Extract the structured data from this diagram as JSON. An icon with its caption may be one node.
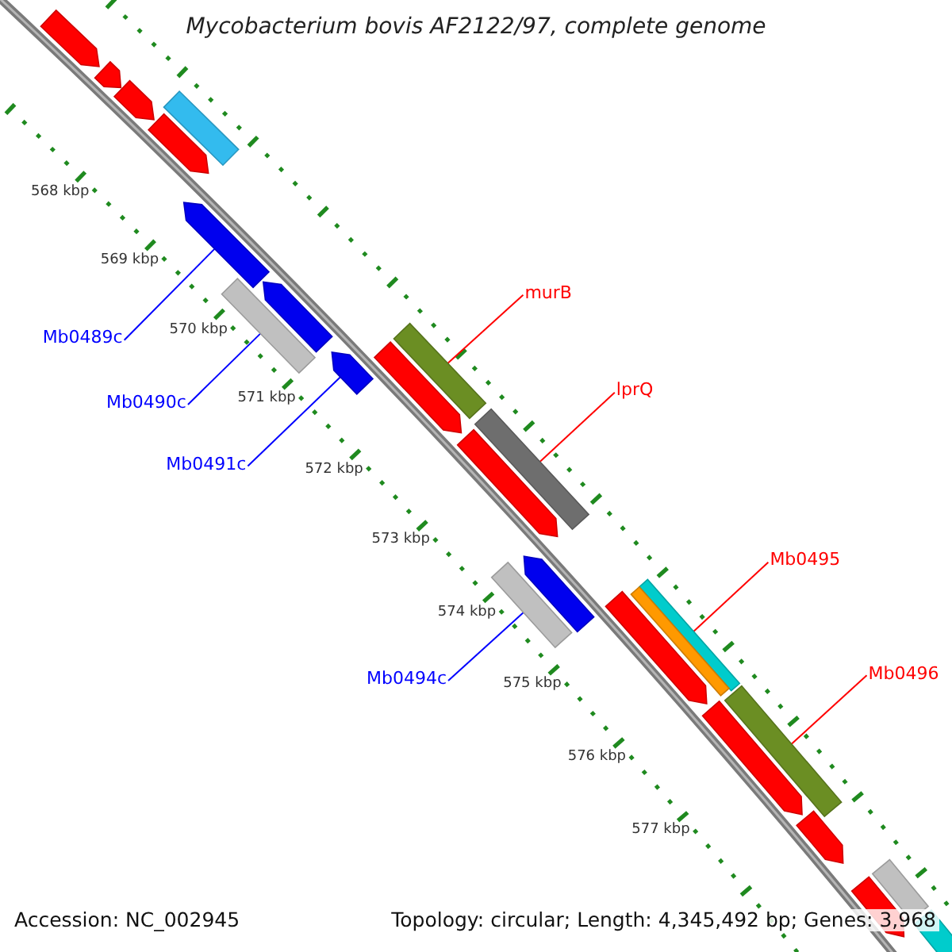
{
  "diagram": {
    "title": "Mycobacterium bovis AF2122/97, complete genome",
    "nodes": [
      {
        "text": [
          "murB"
        ]
      },
      {
        "text": [
          "Mb0489c"
        ]
      },
      {
        "text": [
          "lprQ"
        ]
      },
      {
        "text": [
          "Mb0490c"
        ]
      },
      {
        "text": [
          "Mb0491c"
        ]
      },
      {
        "text": [
          "Mb0495"
        ]
      },
      {
        "text": [
          "Mb0496"
        ]
      },
      {
        "text": [
          "Mb0494c"
        ]
      },
      {
        "text": [],
        "shape": "arrow"
      },
      {
        "text": [],
        "shape": "bar"
      },
      {
        "text": [],
        "shape": "arrow"
      },
      {
        "text": [],
        "shape": "bar"
      },
      {
        "text": [],
        "shape": "bar"
      },
      {
        "text": [],
        "shape": "bar"
      },
      {
        "text": [],
        "shape": "bar"
      },
      {
        "text": [],
        "shape": "bar"
      },
      {
        "text": [],
        "shape": "arrow"
      },
      {
        "text": [],
        "shape": "arrow"
      },
      {
        "text": [],
        "shape": "arrow"
      },
      {
        "text": [],
        "shape": "arrow"
      },
      {
        "text": [],
        "shape": "bar"
      },
      {
        "text": [],
        "shape": "arrow"
      },
      {
        "text": [],
        "shape": "arrow"
      },
      {
        "text": [],
        "shape": "arrow"
      },
      {
        "text": [],
        "shape": "arrow"
      },
      {
        "text": [],
        "shape": "arrow"
      },
      {
        "text": [],
        "shape": "bar"
      },
      {
        "text": [],
        "shape": "arrow"
      },
      {
        "text": [],
        "shape": "arrow"
      },
      {
        "text": [],
        "shape": "arrow"
      },
      {
        "text": [],
        "shape": "bar"
      },
      {
        "text": [],
        "shape": "bar"
      }
    ],
    "edges": [
      {
        "from": 1,
        "to": 8,
        "arrow": "none",
        "color": "#0000ff"
      },
      {
        "from": 3,
        "to": 9,
        "arrow": "none",
        "color": "#0000ff"
      },
      {
        "from": 4,
        "to": 10,
        "arrow": "none",
        "color": "#0000ff"
      },
      {
        "from": 0,
        "to": 11,
        "arrow": "none",
        "color": "#ff0000"
      },
      {
        "from": 2,
        "to": 12,
        "arrow": "none",
        "color": "#ff0000"
      },
      {
        "from": 7,
        "to": 13,
        "arrow": "none",
        "color": "#0000ff"
      },
      {
        "from": 5,
        "to": 14,
        "arrow": "none",
        "color": "#ff0000"
      },
      {
        "from": 6,
        "to": 15,
        "arrow": "none",
        "color": "#ff0000"
      }
    ],
    "labels": [
      "568 kbp",
      "569 kbp",
      "570 kbp",
      "571 kbp",
      "572 kbp",
      "573 kbp",
      "574 kbp",
      "575 kbp",
      "576 kbp",
      "577 kbp",
      "Accession: NC_002945",
      "Topology: circular; Length: 4,345,492 bp; Genes: 3,968"
    ]
  }
}
